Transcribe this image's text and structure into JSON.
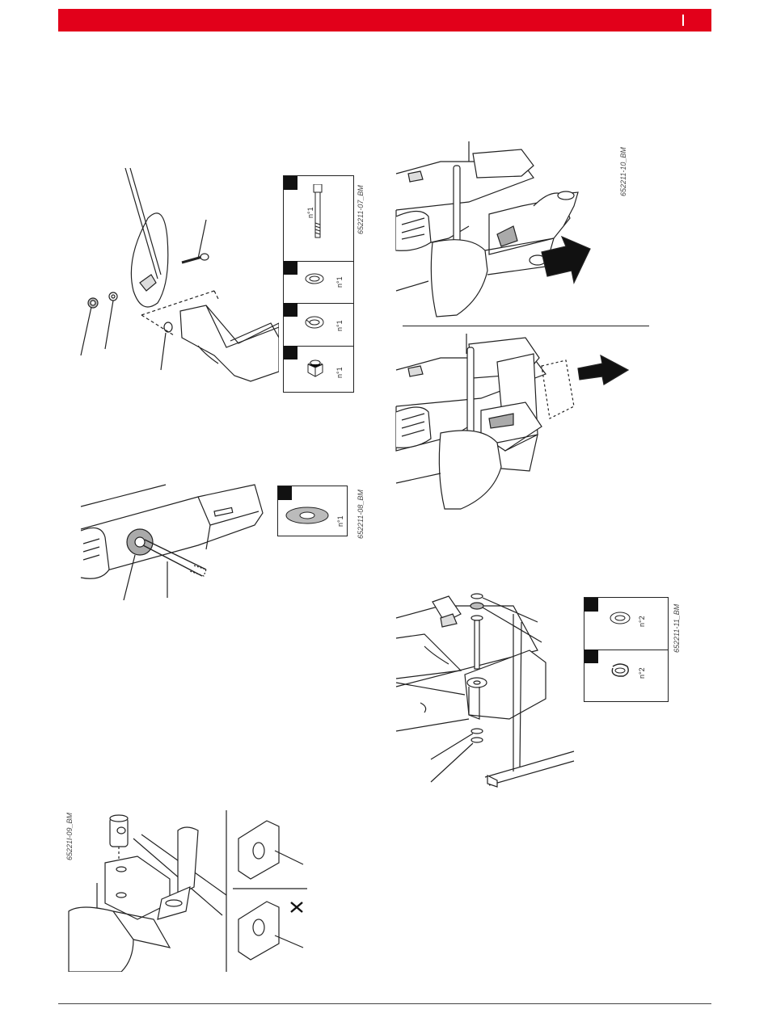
{
  "header": {
    "accent_color": "#e2001a",
    "marker": "I"
  },
  "figures": {
    "fig_07": {
      "code": "652211-07_BM",
      "parts": [
        {
          "icon": "bolt-icon",
          "qty": "n°1"
        },
        {
          "icon": "flat-washer-icon",
          "qty": "n°1"
        },
        {
          "icon": "spring-washer-icon",
          "qty": "n°1"
        },
        {
          "icon": "lock-nut-icon",
          "qty": "n°1"
        }
      ]
    },
    "fig_08": {
      "code": "652211-08_BM",
      "parts": [
        {
          "icon": "large-washer-icon",
          "qty": "n°1"
        }
      ]
    },
    "fig_09": {
      "code": "65221I-09_BM"
    },
    "fig_10": {
      "code": "652211-10_BM"
    },
    "fig_11": {
      "code": "652211-11_BM",
      "parts": [
        {
          "icon": "washer-icon",
          "qty": "n°2"
        },
        {
          "icon": "circlip-icon",
          "qty": "n°2"
        }
      ]
    }
  }
}
